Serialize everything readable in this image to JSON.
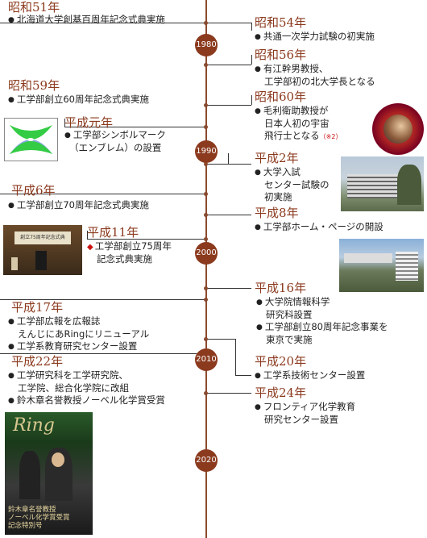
{
  "decades": [
    "1980",
    "1990",
    "2000",
    "2010",
    "2020"
  ],
  "events": {
    "s51": {
      "year": "昭和51年",
      "lines": [
        "北海道大学創基百周年記念式典実施"
      ]
    },
    "s54": {
      "year": "昭和54年",
      "lines": [
        "共通一次学力試験の初実施"
      ]
    },
    "s56": {
      "year": "昭和56年",
      "lines": [
        "有江幹男教授、",
        "工学部初の北大学長となる"
      ]
    },
    "s59": {
      "year": "昭和59年",
      "lines": [
        "工学部創立60周年記念式典実施"
      ]
    },
    "s60": {
      "year": "昭和60年",
      "lines": [
        "毛利衛助教授が",
        "日本人初の宇宙",
        "飛行士となる"
      ],
      "note": "（※2）"
    },
    "h1": {
      "year": "平成元年",
      "lines": [
        "工学部シンボルマーク",
        "（エンブレム）の設置"
      ]
    },
    "h2": {
      "year": "平成2年",
      "lines": [
        "大学入試",
        "センター試験の",
        "初実施"
      ]
    },
    "h6": {
      "year": "平成6年",
      "lines": [
        "工学部創立70周年記念式典実施"
      ]
    },
    "h8": {
      "year": "平成8年",
      "lines": [
        "工学部ホーム・ページの開設"
      ]
    },
    "h11": {
      "year": "平成11年",
      "lines": [
        "工学部創立75周年",
        "記念式典実施"
      ]
    },
    "h16": {
      "year": "平成16年",
      "items": [
        "大学院情報科学",
        "研究科設置",
        "工学部創立80周年記念事業を",
        "東京で実施"
      ]
    },
    "h17": {
      "year": "平成17年",
      "items": [
        "工学部広報を広報誌",
        "えんじにあRingにリニューアル",
        "工学系教育研究センター設置"
      ]
    },
    "h20": {
      "year": "平成20年",
      "lines": [
        "工学系技術センター設置"
      ]
    },
    "h22": {
      "year": "平成22年",
      "items": [
        "工学研究科を工学研究院、",
        "工学院、総合化学院に改組",
        "鈴木章名誉教授ノーベル化学賞受賞"
      ]
    },
    "h24": {
      "year": "平成24年",
      "lines": [
        "フロンティア化学教育",
        "研究センター設置"
      ]
    }
  },
  "photo_captions": {
    "ceremony_banner": "創立75周年記念式典",
    "ring_cover_title": "Ring",
    "ring_cover_caption": [
      "鈴木章名誉教授",
      "ノーベル化学賞受賞",
      "記念特別号"
    ]
  },
  "colors": {
    "accent": "#8b3a1e",
    "bullet_red": "#cc1111",
    "emblem_green": "#33cc44"
  }
}
